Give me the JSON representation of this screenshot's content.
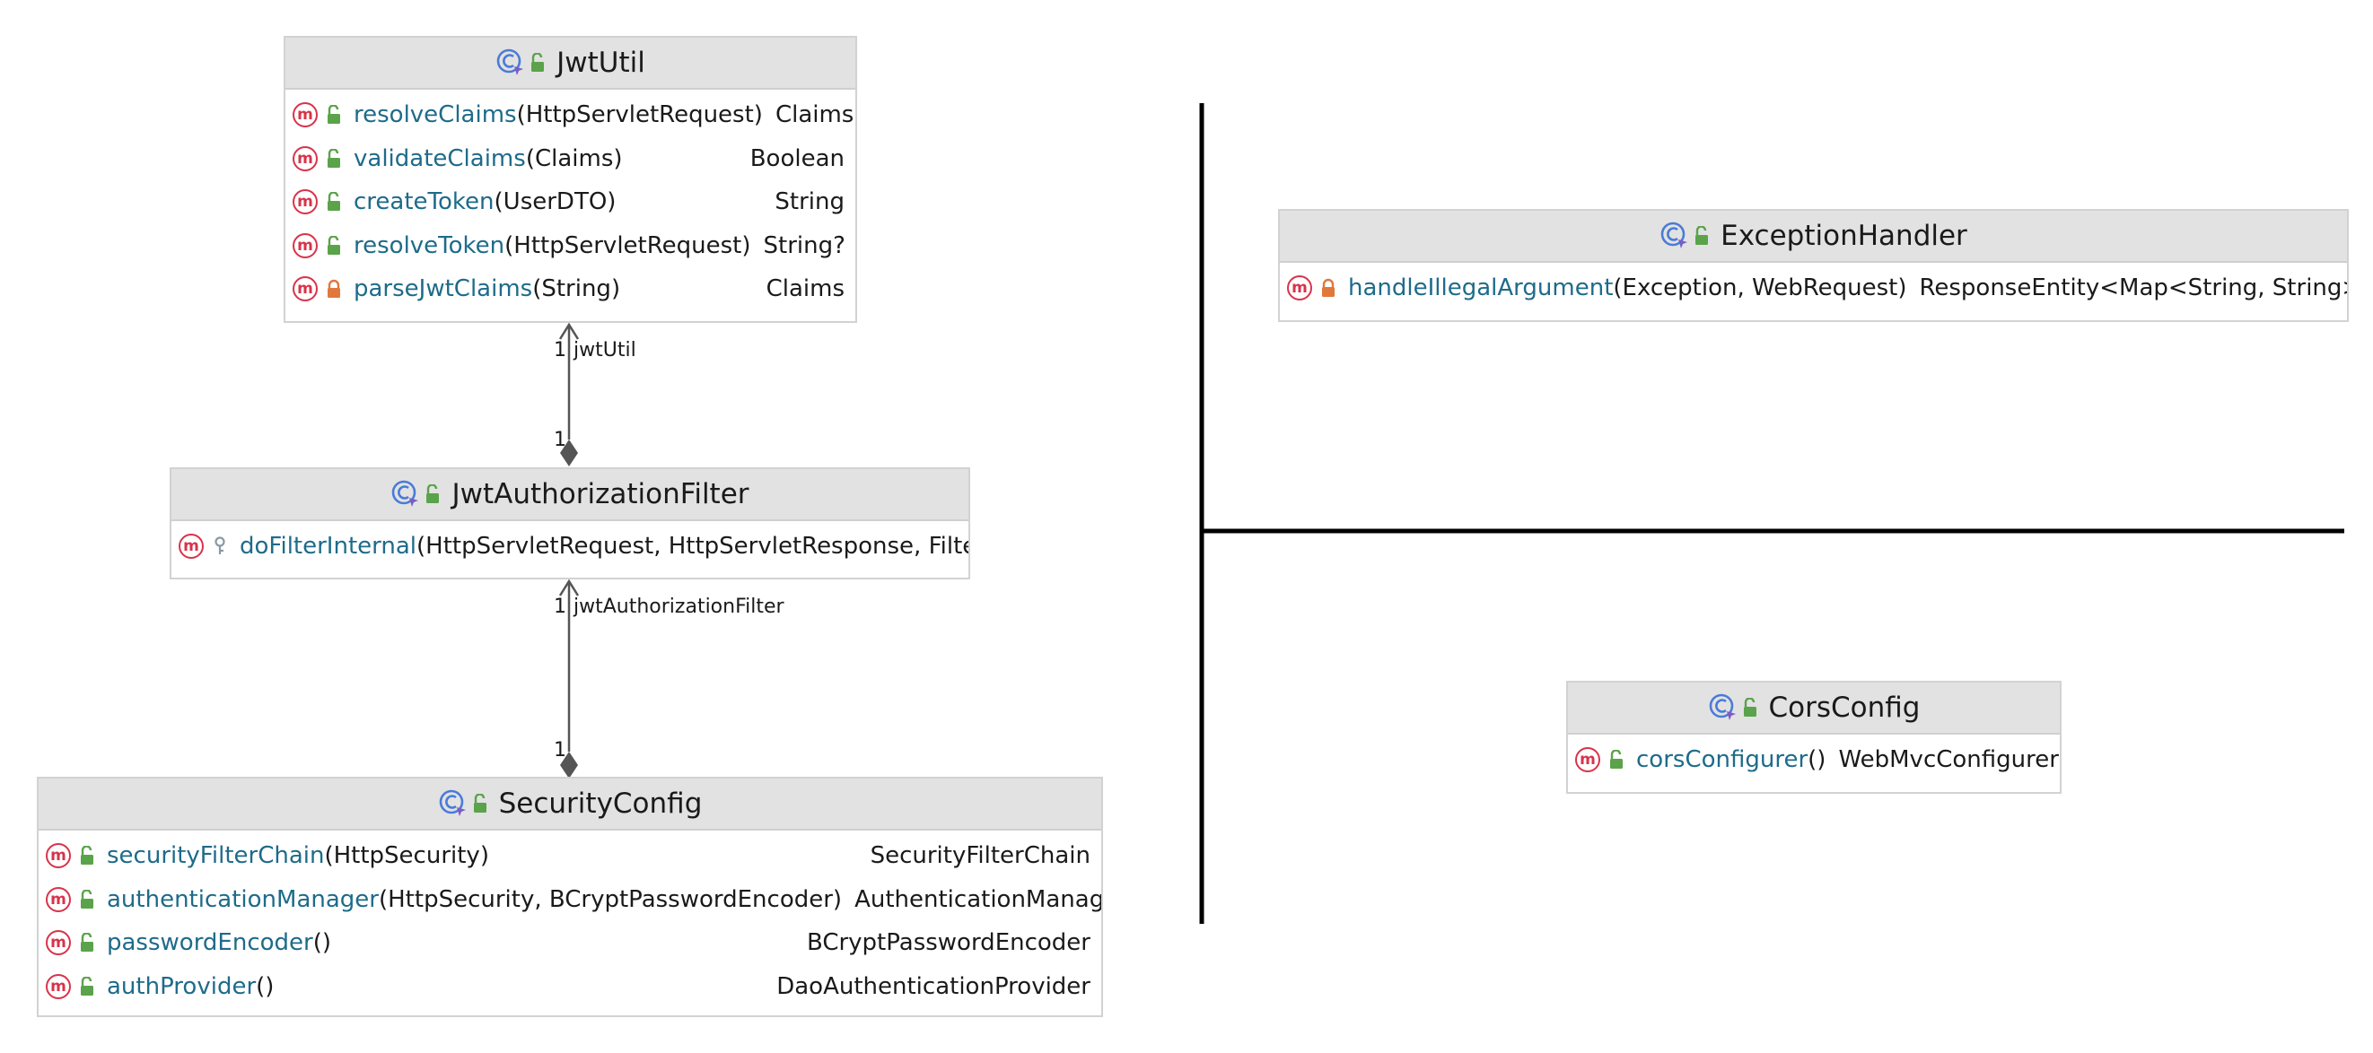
{
  "classes": {
    "jwtutil": {
      "name": "JwtUtil",
      "methods": [
        {
          "name": "resolveClaims",
          "params": "(HttpServletRequest)",
          "ret": "Claims?",
          "vis": "public"
        },
        {
          "name": "validateClaims",
          "params": "(Claims)",
          "ret": "Boolean",
          "vis": "public"
        },
        {
          "name": "createToken",
          "params": "(UserDTO)",
          "ret": "String",
          "vis": "public"
        },
        {
          "name": "resolveToken",
          "params": "(HttpServletRequest)",
          "ret": "String?",
          "vis": "public"
        },
        {
          "name": "parseJwtClaims",
          "params": "(String)",
          "ret": "Claims",
          "vis": "private"
        }
      ]
    },
    "jwtfilter": {
      "name": "JwtAuthorizationFilter",
      "methods": [
        {
          "name": "doFilterInternal",
          "params": "(HttpServletRequest, HttpServletResponse, FilterC",
          "ret": "",
          "vis": "protected"
        }
      ]
    },
    "security": {
      "name": "SecurityConfig",
      "methods": [
        {
          "name": "securityFilterChain",
          "params": "(HttpSecurity)",
          "ret": "SecurityFilterChain",
          "vis": "public"
        },
        {
          "name": "authenticationManager",
          "params": "(HttpSecurity, BCryptPasswordEncoder)",
          "ret": "AuthenticationManager",
          "vis": "public"
        },
        {
          "name": "passwordEncoder",
          "params": "()",
          "ret": "BCryptPasswordEncoder",
          "vis": "public"
        },
        {
          "name": "authProvider",
          "params": "()",
          "ret": "DaoAuthenticationProvider",
          "vis": "public"
        }
      ]
    },
    "exception": {
      "name": "ExceptionHandler",
      "methods": [
        {
          "name": "handleIllegalArgument",
          "params": "(Exception, WebRequest)",
          "ret": "ResponseEntity<Map<String, String>>",
          "vis": "private"
        }
      ]
    },
    "cors": {
      "name": "CorsConfig",
      "methods": [
        {
          "name": "corsConfigurer",
          "params": "()",
          "ret": "WebMvcConfigurer",
          "vis": "public"
        }
      ]
    }
  },
  "relations": [
    {
      "id": "rel1",
      "role": "jwtUtil",
      "source_mult": "1",
      "target_mult": "1"
    },
    {
      "id": "rel2",
      "role": "jwtAuthorizationFilter",
      "source_mult": "1",
      "target_mult": "1"
    }
  ],
  "method_icon_letter": "m",
  "colors": {
    "header_bg": "#e2e2e2",
    "method_name": "#1e6b8a",
    "method_icon": "#d8334a",
    "public_icon": "#5aa34a",
    "private_icon": "#e0783c",
    "protected_icon": "#8a9aa4",
    "class_icon": "#4a7bd8"
  },
  "icons": {
    "class": "class-icon",
    "method": "method-icon",
    "public": "public-lock-open-icon",
    "private": "private-lock-icon",
    "protected": "protected-key-icon"
  }
}
